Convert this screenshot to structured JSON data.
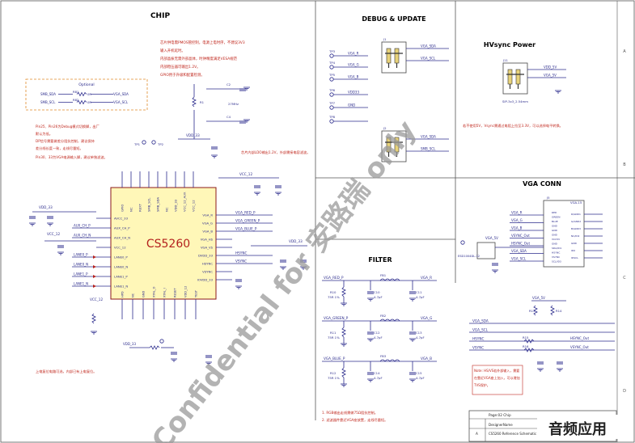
{
  "colors": {
    "wire": "#2b2b8c",
    "red": "#b4221e",
    "part": "#8b0000",
    "chip_fill": "#fff7b8",
    "chip_border": "#8b1a1a",
    "frame": "#555555",
    "watermark": "#9a9a9a",
    "note": "#c0281e",
    "optional": "#e08a2a"
  },
  "sections": {
    "chip": "CHIP",
    "debug": "DEBUG & UPDATE",
    "hvsync": "HVsync Power",
    "vga": "VGA CONN",
    "filter": "FILTER"
  },
  "chip": {
    "name": "CS5260",
    "left_pins": [
      "AVCC_33",
      "AUX_CH_P",
      "AUX_CH_N",
      "VCC_12",
      "LANE0_P",
      "LANE0_N",
      "LANE1_P",
      "LANE1_N"
    ],
    "top_pins": [
      "GPIO",
      "NC",
      "REXT",
      "SMB_SCL",
      "SMB_SDA",
      "NC",
      "VDD_33",
      "VCC_12_AUX",
      "VCC_12"
    ],
    "right_pins": [
      "VGA_R",
      "VGA_G",
      "VGA_B",
      "VGA_HS",
      "VGA_VS",
      "DVDD_33",
      "HSYNC",
      "VSYNC",
      "IOVDD_33"
    ],
    "bottom_pins": [
      "HPD",
      "NC",
      "GND",
      "XTAL_O",
      "XTAL_I",
      "RESET",
      "VDD_12",
      "TEST"
    ],
    "nets_right": [
      "VGA_RED_P",
      "VGA_GREEN_P",
      "VGA_BLUE_P",
      "HSYNC",
      "VSYNC"
    ],
    "nets_left": [
      "AUX_CH_P",
      "AUX_CH_N",
      "LANE0_P",
      "LANE0_N",
      "LANE1_P",
      "LANE1_N"
    ],
    "power_labels": [
      "VDD_33",
      "VCC_12",
      "VDD_33",
      "VDD_33",
      "VCC_12",
      "VCC_12"
    ]
  },
  "optional": {
    "title": "Optional",
    "row1": [
      "SMB_SDA",
      "R81",
      "0R",
      "VGA_SDA"
    ],
    "row2": [
      "SMB_SCL",
      "R82",
      "0R",
      "VGA_SCL"
    ]
  },
  "notes_chip": [
    "芯片供电需PMOS管控制，电源上电时序，不建议3V3",
    "输入开机延时。",
    "内部晶振无需外部晶体，时钟精度满足VESA规范",
    "内部稳压器可输出1.2V。",
    "GPIO用于升级和配置检测。"
  ],
  "notes_left": [
    "Pin25、Pin26为Debug模式切换脚，出厂",
    "默认为低。",
    "DP信号需要做差分阻抗控制，建议保持",
    "差分线长度一致，走线尽量短。"
  ],
  "note_pin": "Pin30、33为VGA电源输入脚，建议单独滤波。",
  "note_bottom_chip": "上电复位电路可选，内部已有上电复位。",
  "note_power": "芯片内部LDO输出1.2V，外部需接电容滤波。",
  "debug": {
    "tp_labels": [
      "TP3",
      "TP4",
      "TP5",
      "TP6",
      "TP7",
      "TP8"
    ],
    "nets": [
      "VGA_R",
      "VGA_G",
      "VGA_B",
      "VDD33",
      "GND"
    ],
    "conn1": [
      "VGA_SDA",
      "VGA_SCL"
    ],
    "conn2": [
      "VGA_SDA",
      "SMB_SCL"
    ],
    "conn_ref": [
      "J1",
      "J2"
    ]
  },
  "hvsync": {
    "ref": "J11",
    "nets": [
      "VDD_5V",
      "VGA_5V"
    ],
    "footnote": "SIP-3x3_2.54mm",
    "note": "若不使用5V，Vsync需通过电阻上拉至3.3V，可以选择电平转换。"
  },
  "vga": {
    "ref": "J5",
    "title": "VGA-15",
    "pins_left": [
      "RED",
      "GREEN",
      "BLUE",
      "GND",
      "GND",
      "GND",
      "VCC5V",
      "GND",
      "SDA/ID1",
      "HSYNC",
      "VSYNC",
      "SCL/ID3"
    ],
    "pins_right": [
      "R/GND1",
      "G/GND2",
      "B/GND3",
      "NC/ID2",
      "GND",
      "ID0",
      "IDSCL"
    ],
    "nets_left": [
      "VGA_R",
      "VGA_G",
      "VGA_B",
      "VSYNC_Out",
      "HSYNC_Out",
      "VGA_SDA",
      "VGA_SCL"
    ],
    "esd": "ESD1004DL-12"
  },
  "filter": {
    "rows": [
      {
        "net_in": "VGA_RED_P",
        "net_out": "VGA_R",
        "bead": "FB1",
        "r": "R10",
        "r_val": "75R 1%",
        "c1": "C10",
        "c1_val": "4.7pF",
        "c2": "C11",
        "c2_val": "4.7pF"
      },
      {
        "net_in": "VGA_GREEN_P",
        "net_out": "VGA_G",
        "bead": "FB2",
        "r": "R11",
        "r_val": "75R 1%",
        "c1": "C12",
        "c1_val": "4.7pF",
        "c2": "C13",
        "c2_val": "4.7pF"
      },
      {
        "net_in": "VGA_BLUE_P",
        "net_out": "VGA_B",
        "bead": "FB3",
        "r": "R12",
        "r_val": "75R 1%",
        "c1": "C14",
        "c1_val": "4.7pF",
        "c2": "C15",
        "c2_val": "4.7pF"
      }
    ],
    "notes": [
      "1. RGB输出走线需做75Ω阻抗控制。",
      "2. 滤波器件靠近VGA座放置，走线尽量短。"
    ]
  },
  "sync": {
    "nets_in": [
      "VGA_SDA",
      "VGA_SCL",
      "HSYNC",
      "VSYNC"
    ],
    "nets_out": [
      "HSYNC_Out",
      "VSYNC_Out"
    ],
    "parts": [
      "R13",
      "R14",
      "R15",
      "R16"
    ],
    "note": [
      "Note: HS/VS若外部输入，需要",
      "在靠近VGA座上加入，可以增加",
      "TVS保护。"
    ]
  },
  "title_block": {
    "sheet": "Page:02 Chip",
    "company": "DesignerName",
    "rev": "A",
    "name": "CS5260 Reference Schematic"
  },
  "watermarks": {
    "main": "Confidential for 安路瑞 only",
    "corner": "音频应用"
  },
  "frame_labels": [
    "A",
    "B",
    "C",
    "D"
  ]
}
